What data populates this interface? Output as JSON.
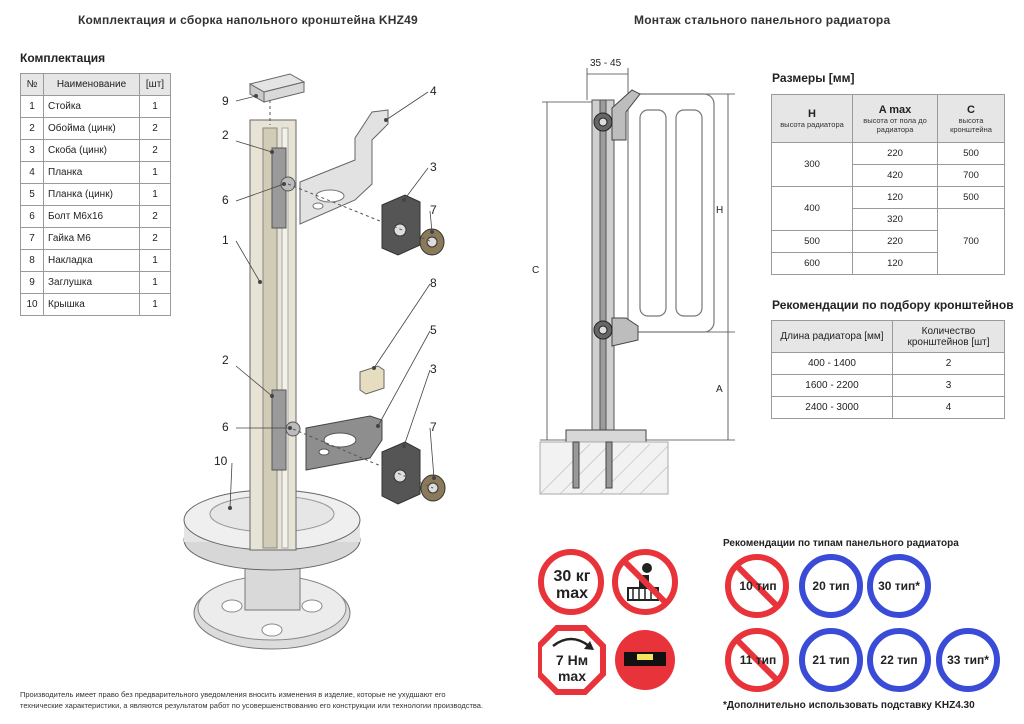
{
  "headers": {
    "left": "Комплектация и сборка напольного кронштейна KHZ49",
    "right": "Монтаж стального панельного радиатора"
  },
  "kit": {
    "title": "Комплектация",
    "columns": [
      "№",
      "Наименование",
      "[шт]"
    ],
    "rows": [
      [
        "1",
        "Стойка",
        "1"
      ],
      [
        "2",
        "Обойма (цинк)",
        "2"
      ],
      [
        "3",
        "Скоба (цинк)",
        "2"
      ],
      [
        "4",
        "Планка",
        "1"
      ],
      [
        "5",
        "Планка (цинк)",
        "1"
      ],
      [
        "6",
        "Болт М6х16",
        "2"
      ],
      [
        "7",
        "Гайка М6",
        "2"
      ],
      [
        "8",
        "Накладка",
        "1"
      ],
      [
        "9",
        "Заглушка",
        "1"
      ],
      [
        "10",
        "Крышка",
        "1"
      ]
    ]
  },
  "assembly_callouts": [
    "9",
    "2",
    "6",
    "1",
    "2",
    "6",
    "10",
    "4",
    "3",
    "7",
    "8",
    "5",
    "3",
    "7"
  ],
  "drawing": {
    "dim_top": "35 - 45",
    "label_H": "H",
    "label_C": "C",
    "label_A": "A"
  },
  "sizes": {
    "title": "Размеры [мм]",
    "col_H": {
      "main": "H",
      "sub": "высота радиатора"
    },
    "col_A": {
      "main": "A max",
      "sub": "высота от пола до радиатора"
    },
    "col_C": {
      "main": "C",
      "sub": "высота кронштейна"
    },
    "H_values": [
      "300",
      "400",
      "500",
      "600"
    ],
    "A_values": [
      "220",
      "420",
      "120",
      "320",
      "220",
      "120"
    ],
    "C_values": [
      "500",
      "700",
      "500",
      "700"
    ]
  },
  "brackets": {
    "title": "Рекомендации по подбору кронштейнов",
    "columns": [
      "Длина радиатора [мм]",
      "Количество кронштейнов [шт]"
    ],
    "rows": [
      [
        "400 - 1400",
        "2"
      ],
      [
        "1600 - 2200",
        "3"
      ],
      [
        "2400 - 3000",
        "4"
      ]
    ]
  },
  "warnings": {
    "weight_top": "30 кг",
    "weight_bottom": "max",
    "torque_top": "7 Нм",
    "torque_bottom": "max"
  },
  "types": {
    "title": "Рекомендации по типам панельного радиатора",
    "items": [
      "10 тип",
      "20 тип",
      "30 тип*",
      "11 тип",
      "21 тип",
      "22 тип",
      "33 тип*"
    ],
    "footnote": "*Дополнительно использовать подставку KHZ4.30"
  },
  "disclaimer": {
    "line1": "Производитель имеет право без предварительного уведомления вносить изменения в изделие, которые не ухудшают его",
    "line2": "технические характеристики, а являются результатом работ по усовершенствованию его конструкции или технологии производства."
  },
  "colors": {
    "red": "#e8333a",
    "blue": "#3a4bd8"
  }
}
